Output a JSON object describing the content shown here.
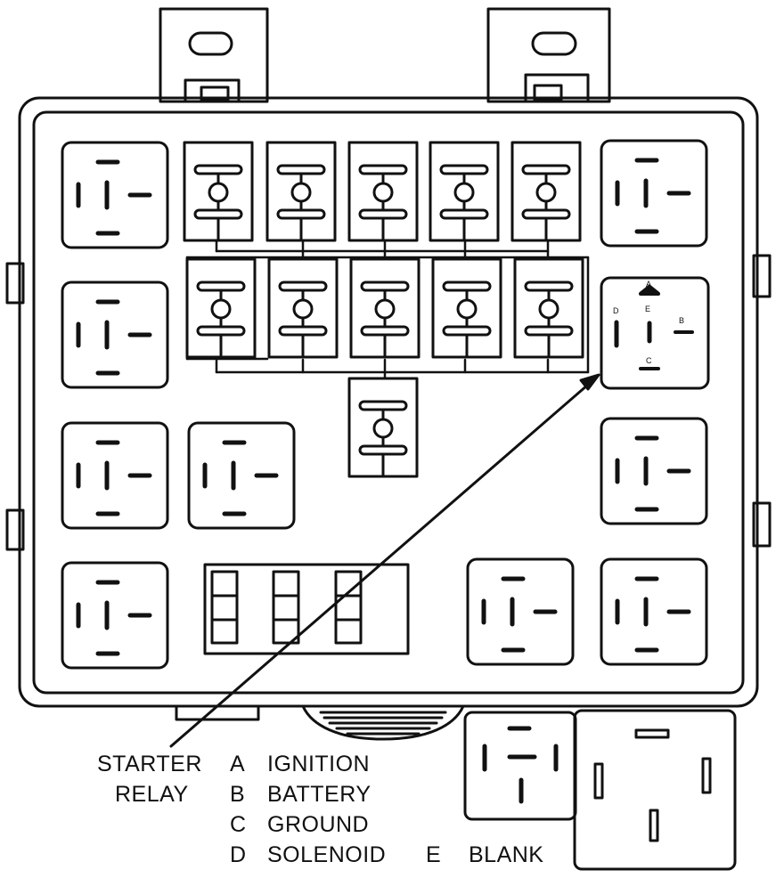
{
  "diagram": {
    "legend": {
      "starter_line1": "STARTER",
      "starter_line2": "RELAY",
      "keys": [
        {
          "letter": "A",
          "name": "IGNITION"
        },
        {
          "letter": "B",
          "name": "BATTERY"
        },
        {
          "letter": "C",
          "name": "GROUND"
        },
        {
          "letter": "D",
          "name": "SOLENOID"
        },
        {
          "letter": "E",
          "name": "BLANK"
        }
      ]
    },
    "pin_letters": {
      "a": "A",
      "b": "B",
      "c": "C",
      "d": "D",
      "e": "E"
    }
  }
}
